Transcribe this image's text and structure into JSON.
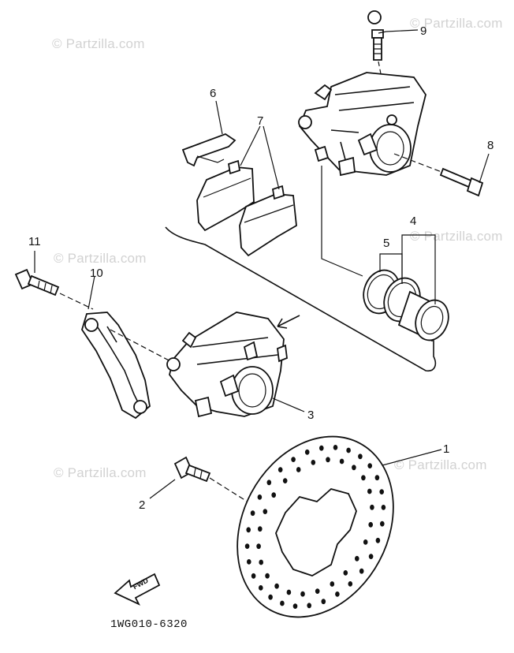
{
  "watermarks": [
    "© Partzilla.com",
    "© Partzilla.com",
    "© Partzilla.com",
    "© Partzilla.com",
    "© Partzilla.com",
    "© Partzilla.com"
  ],
  "callouts": {
    "c1": "1",
    "c2": "2",
    "c3": "3",
    "c4": "4",
    "c5": "5",
    "c6": "6",
    "c7": "7",
    "c8": "8",
    "c9": "9",
    "c10": "10",
    "c11": "11"
  },
  "fwd_label": "FWD",
  "part_code": "1WG010-6320"
}
